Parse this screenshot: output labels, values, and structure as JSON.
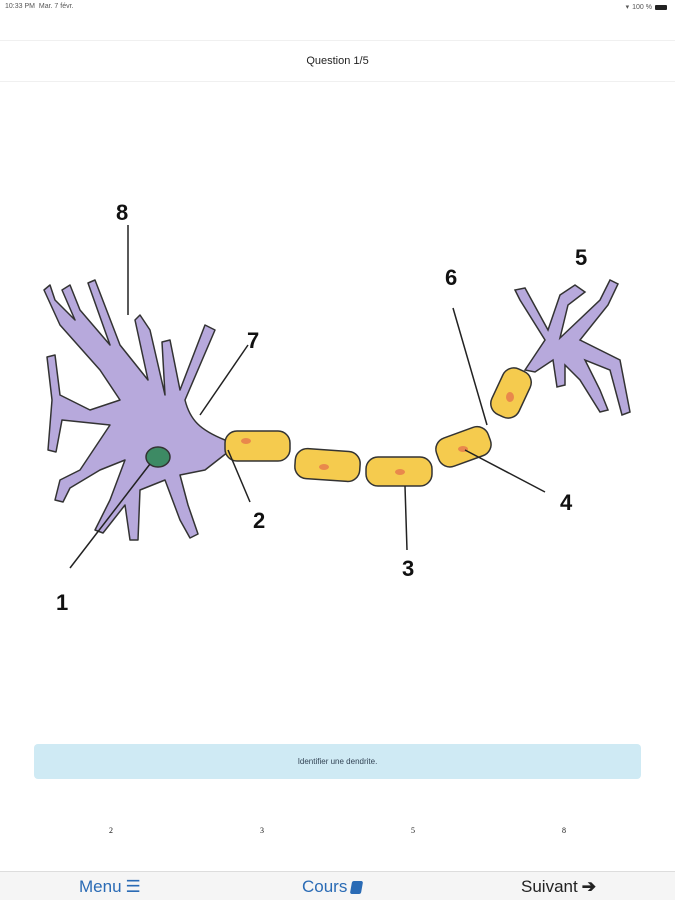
{
  "status_bar": {
    "time": "10:33 PM",
    "date": "Mar. 7 févr.",
    "battery": "100 %"
  },
  "header": {
    "title": "Question 1/5"
  },
  "diagram": {
    "labels": [
      "1",
      "2",
      "3",
      "4",
      "5",
      "6",
      "7",
      "8"
    ]
  },
  "prompt": {
    "text": "Identifier une dendrite."
  },
  "choices": [
    "2",
    "3",
    "5",
    "8"
  ],
  "tabbar": {
    "menu": "Menu",
    "cours": "Cours",
    "suivant": "Suivant"
  },
  "colors": {
    "accent": "#2a6bb5",
    "soma": "#b7a9dc",
    "myelin": "#f5cb4e",
    "prompt_bg": "#cfeaf4"
  }
}
